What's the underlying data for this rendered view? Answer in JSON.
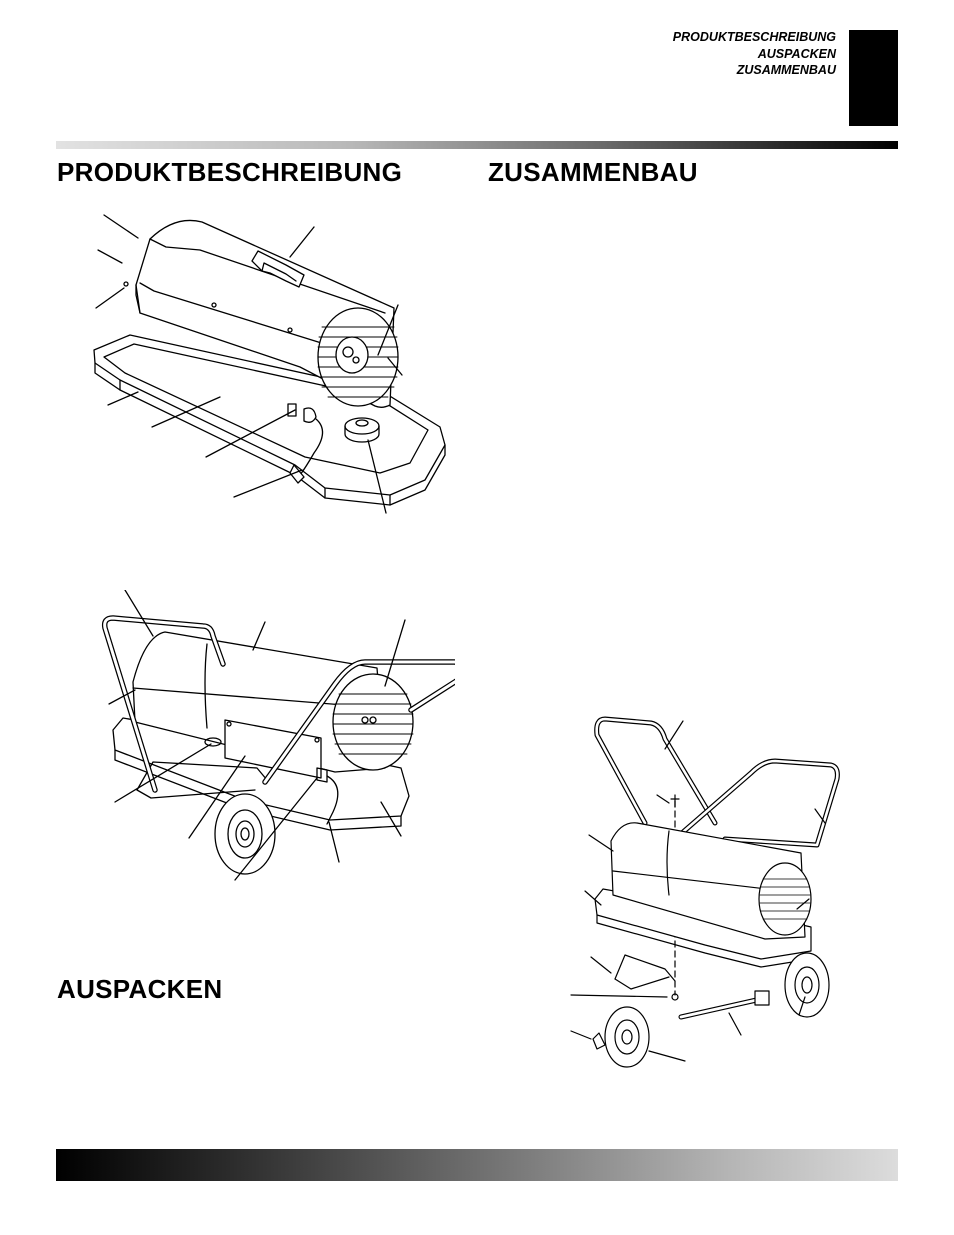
{
  "running_head": {
    "line1": "PRODUKTBESCHREIBUNG",
    "line2": "AUSPACKEN",
    "line3": "ZUSAMMENBAU"
  },
  "sections": {
    "produktbeschreibung": "PRODUKTBESCHREIBUNG",
    "zusammenbau": "ZUSAMMENBAU",
    "auspacken": "AUSPACKEN"
  },
  "figures": {
    "fig1_icon": "heater-without-frame-illustration",
    "fig2_icon": "heater-with-wheel-frame-illustration",
    "fig3_icon": "wheel-frame-assembly-exploded-illustration"
  },
  "colors": {
    "heading": "#000000",
    "tab": "#000000"
  }
}
